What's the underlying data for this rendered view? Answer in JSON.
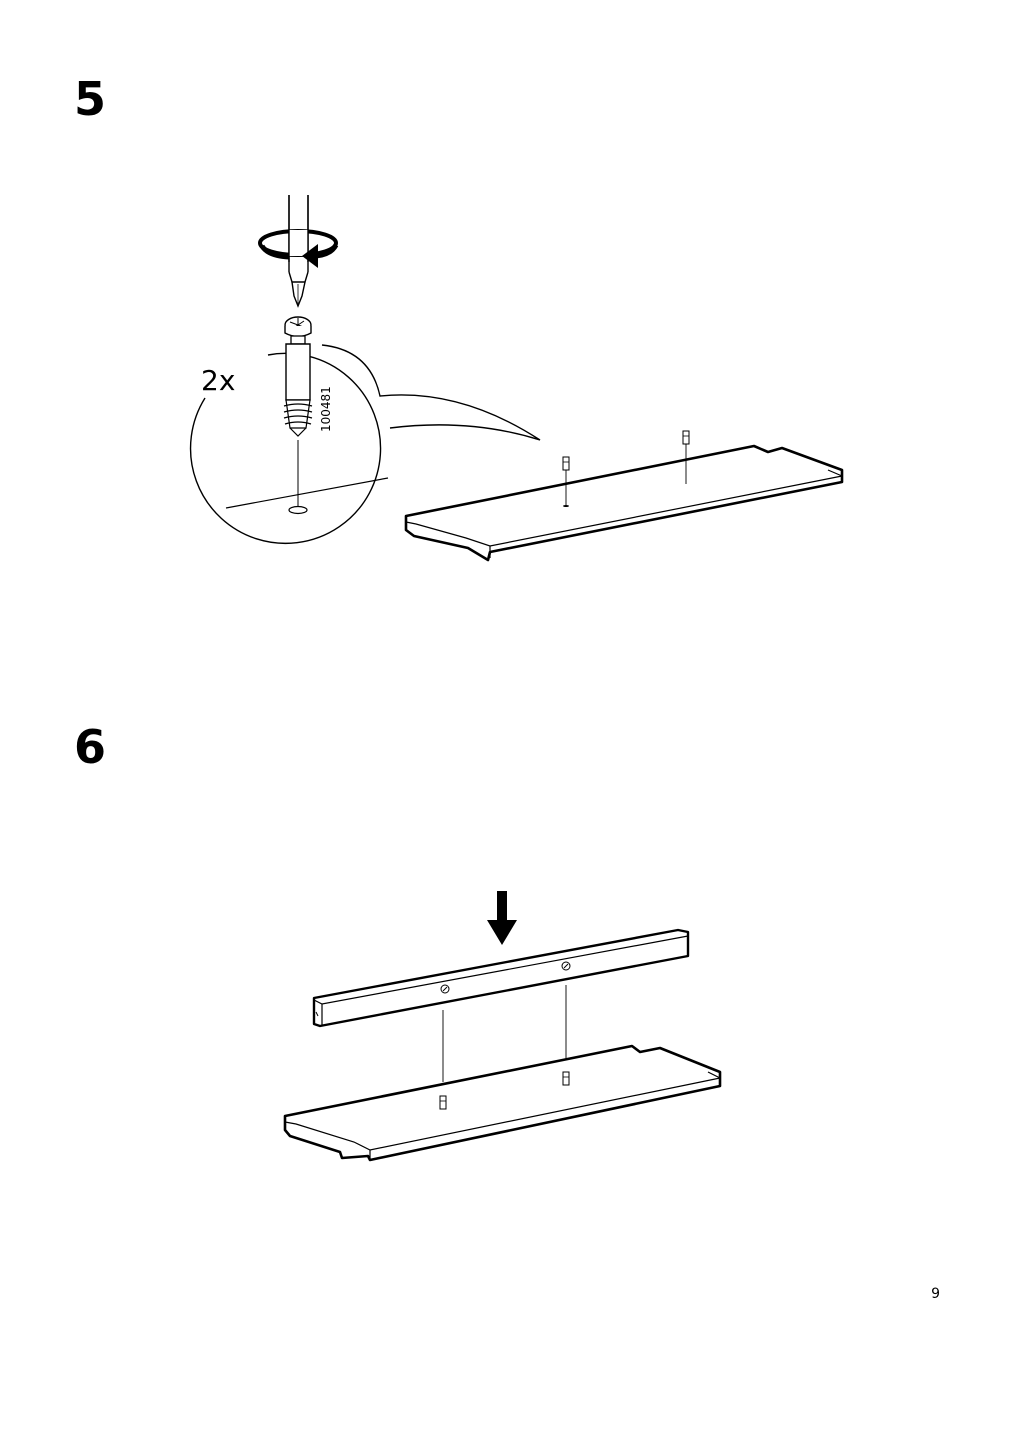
{
  "steps": [
    {
      "number": "5",
      "quantity": "2x",
      "part_number": "100481"
    },
    {
      "number": "6"
    }
  ],
  "page_number": "9",
  "icons": {
    "rotate": "rotate-arrow-icon",
    "down_arrow": "down-arrow-icon"
  }
}
